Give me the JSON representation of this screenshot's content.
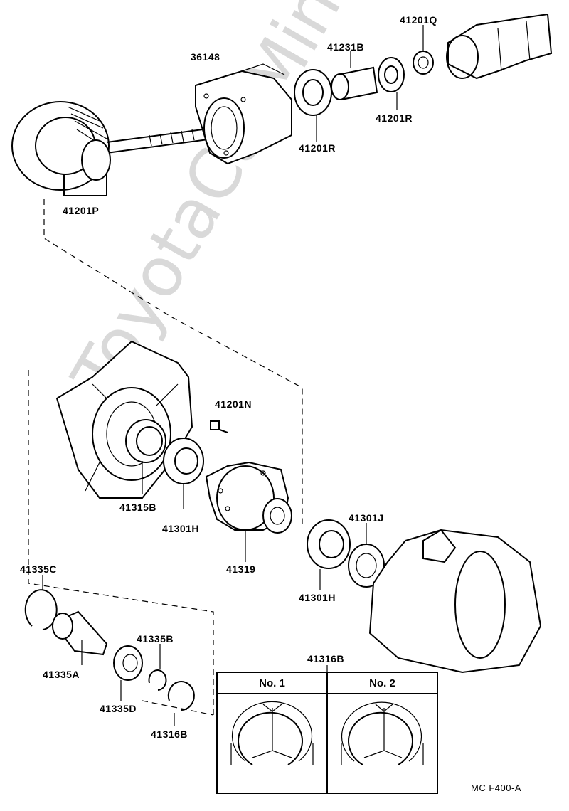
{
  "watermark": "ToyotaCarMine.ru",
  "parts": {
    "p41201Q": "41201Q",
    "p41231B": "41231B",
    "p36148": "36148",
    "p41201R_a": "41201R",
    "p41201R_b": "41201R",
    "p41201P": "41201P",
    "p41201N": "41201N",
    "p41315B": "41315B",
    "p41301H_a": "41301H",
    "p41319": "41319",
    "p41301J": "41301J",
    "p41301H_b": "41301H",
    "p41335C": "41335C",
    "p41335A": "41335A",
    "p41335B": "41335B",
    "p41335D": "41335D",
    "p41316B_a": "41316B",
    "p41316B_b": "41316B"
  },
  "inset": {
    "col1": "No. 1",
    "col2": "No. 2"
  },
  "figure_code": "MC  F400-A"
}
